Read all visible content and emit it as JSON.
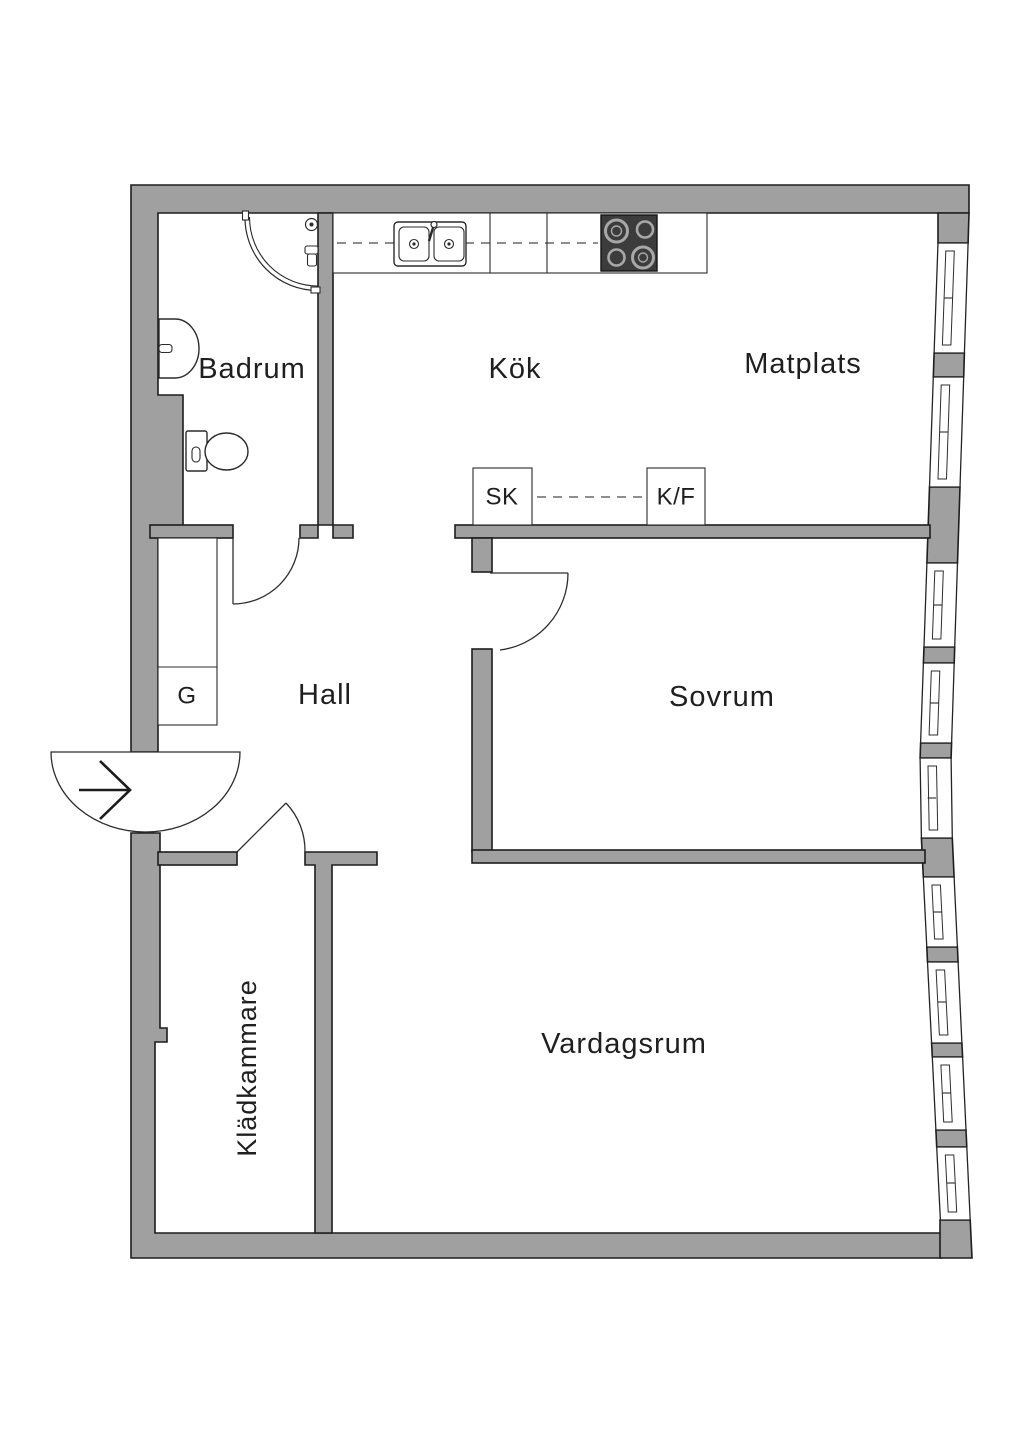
{
  "labels": {
    "badrum": "Badrum",
    "kok": "Kök",
    "matplats": "Matplats",
    "sk": "SK",
    "kf": "K/F",
    "g": "G",
    "hall": "Hall",
    "sovrum": "Sovrum",
    "vardagsrum": "Vardagsrum",
    "kladkammare": "Klädkammare"
  },
  "colors": {
    "wall_fill": "#a0a0a0",
    "wall_outline": "#1d1d1d",
    "background": "#ffffff",
    "line": "#2b2b2b",
    "stove_fill": "#3c3c3c",
    "stove_ring": "#a8a8a8",
    "text": "#1f1f1f"
  }
}
